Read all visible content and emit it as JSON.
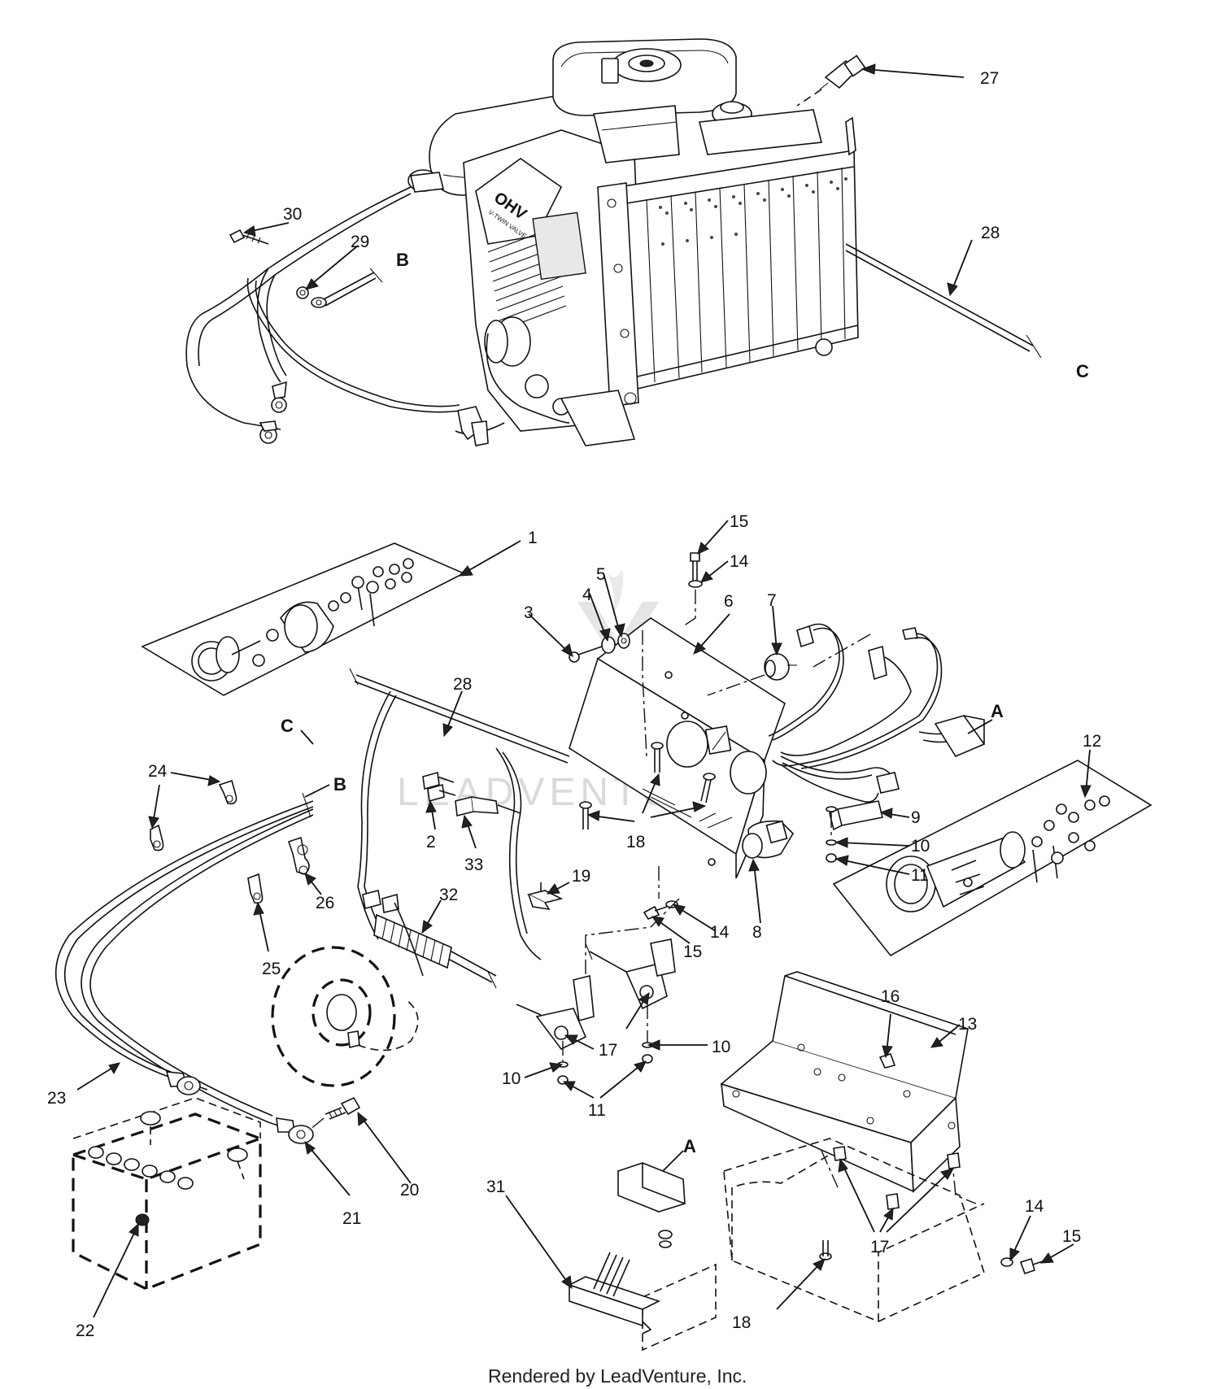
{
  "diagram": {
    "callouts": {
      "c1": "1",
      "c2": "2",
      "c3": "3",
      "c4": "4",
      "c5": "5",
      "c6": "6",
      "c7": "7",
      "c8": "8",
      "c9": "9",
      "c10": "10",
      "c11": "11",
      "c12": "12",
      "c13": "13",
      "c14": "14",
      "c15": "15",
      "c16": "16",
      "c17": "17",
      "c18": "18",
      "c19": "19",
      "c20": "20",
      "c21": "21",
      "c22": "22",
      "c23": "23",
      "c24": "24",
      "c25": "25",
      "c26": "26",
      "c27": "27",
      "c28": "28",
      "c29": "29",
      "c30": "30",
      "c31": "31",
      "c32": "32",
      "c33": "33"
    },
    "letters": {
      "a": "A",
      "b": "B",
      "c": "C"
    },
    "engine_label": "OHV",
    "engine_sublabel": "V-TWIN VALVE",
    "watermark": "LEADVENTURE",
    "footer": "Rendered by LeadVenture, Inc."
  }
}
